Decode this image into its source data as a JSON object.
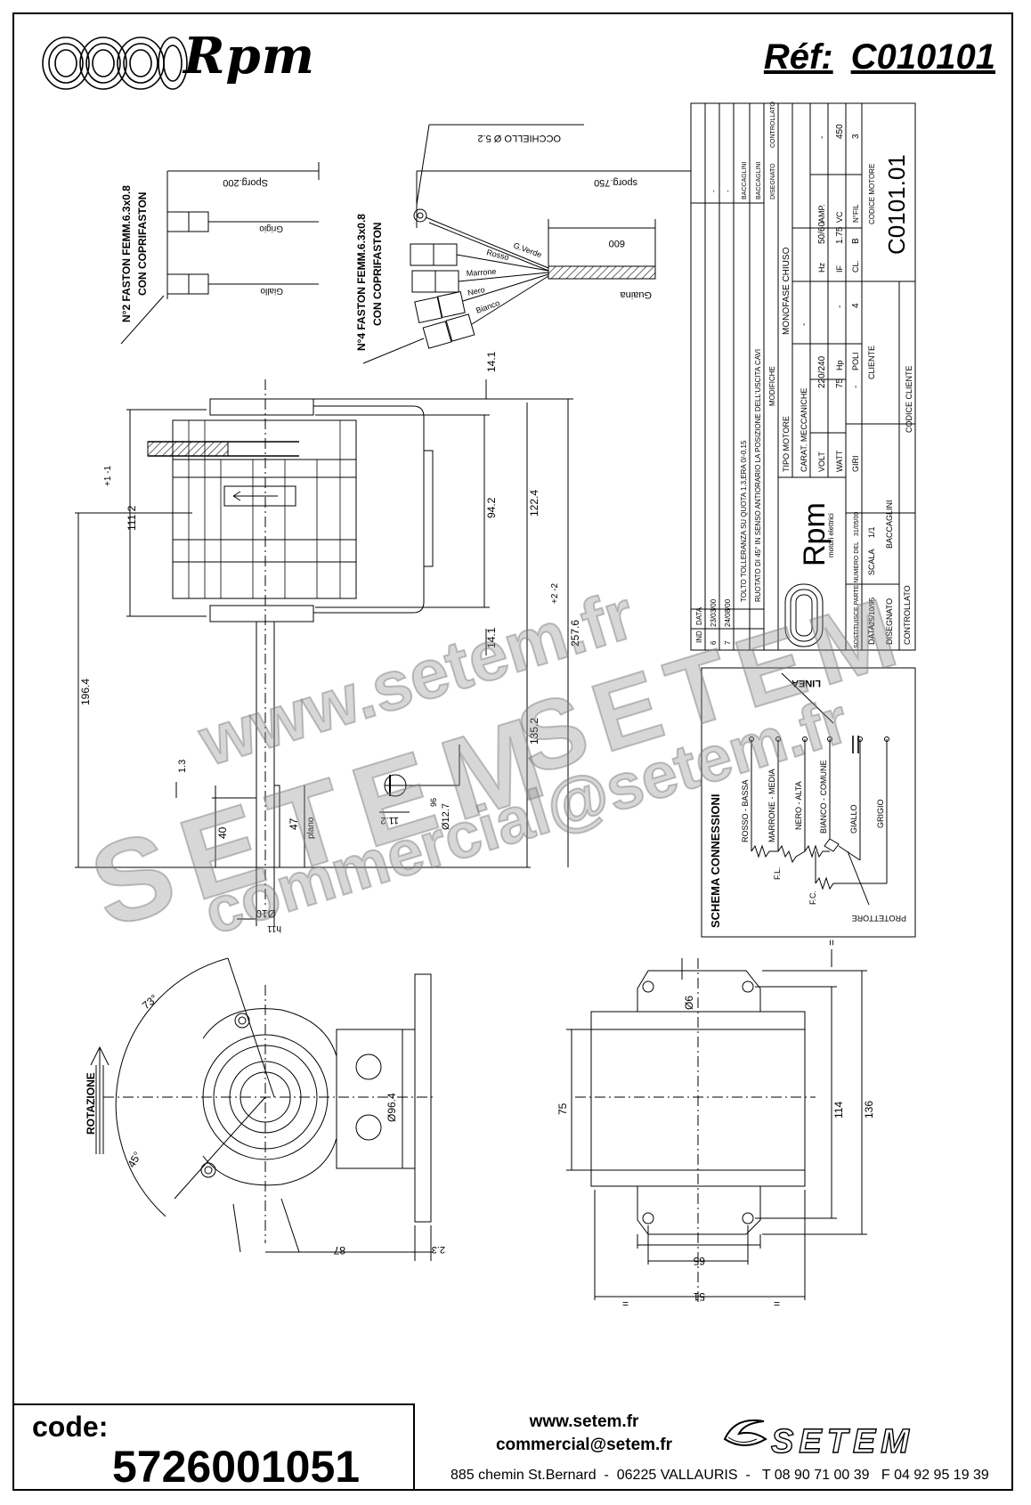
{
  "header": {
    "brand": "Rpm",
    "ref_label": "Réf:",
    "ref_value": "C010101"
  },
  "code": {
    "label": "code:",
    "value": "5726001051"
  },
  "footer": {
    "website": "www.setem.fr",
    "email": "commercial@setem.fr",
    "address": "885 chemin St.Bernard  -  06225 VALLAURIS  -   T 08 90 71 00 39   F 04 92 95 19 39",
    "brand": "SETEM"
  },
  "watermark": {
    "line1": "www.setem.fr",
    "line2": "SETEM",
    "line3": "SETEM",
    "line4": "commercial@setem.fr"
  },
  "wiring_top": {
    "faston2": "N°2 FASTON FEMM.6.3x0.8",
    "faston2_sub": "CON COPRIFASTON",
    "faston4": "N°4 FASTON FEMM.6.3x0.8",
    "faston4_sub": "CON COPRIFASTON",
    "sporg200": "Sporg.200",
    "sporg750": "sporg.750",
    "occhiello": "OCCHIELLO Ø 5.2",
    "grigio": "Grigio",
    "giallo": "Giallo",
    "gverde": "G.Verde",
    "rosso": "Rosso",
    "marrone": "Marrone",
    "nero": "Nero",
    "bianco": "Bianco",
    "guaina": "Guaina",
    "len600": "600"
  },
  "side_view": {
    "d141_top": "14.1",
    "d141_bot": "14.1",
    "d1112": "111.2",
    "tol1112": "+1 -1",
    "d942": "94.2",
    "d1224": "122.4",
    "d2576": "257.6",
    "tol2576": "+2 -2",
    "d1964": "196.4",
    "d1352": "135.2",
    "d13": "1.3",
    "d40": "40",
    "d47": "47",
    "piano": "plano",
    "d10": "Ø10",
    "h11": "h11",
    "d112": "11.2",
    "d127": "Ø12.7",
    "d96": "96"
  },
  "front_view": {
    "rotazione": "ROTAZIONE",
    "a73": "73°",
    "a45": "45°",
    "d964": "Ø96.4",
    "d87": "87",
    "d23": "2.3"
  },
  "bottom_view": {
    "d6": "Ø6",
    "d75": "75",
    "d114": "114",
    "d136": "136",
    "d65": "65",
    "d51": "51",
    "eq": "="
  },
  "schema": {
    "title": "SCHEMA CONNESSIONI",
    "linea": "LINEA",
    "rosso": "ROSSO - BASSA",
    "marrone": "MARRONE - MEDIA",
    "nero": "NERO - ALTA",
    "bianco": "BIANCO - COMUNE",
    "giallo": "GIALLO",
    "grigio": "GRIGIO",
    "fl": "F.L.",
    "fc": "F.C.",
    "protettore": "PROTETTORE"
  },
  "title_block": {
    "rev7_ind": "7",
    "rev7_date": "24/08/00",
    "rev7_text": "TOLTO TOLLERANZA SU QUOTA 1.3,ERA 0/-0.15",
    "rev7_by": "BACCAGLINI",
    "rev6_ind": "6",
    "rev6_date": "23/03/00",
    "rev6_text": "RUOTATO DI 45° IN SENSO ANTIORARIO LA POSIZIONE DELL'USCITA CAVI",
    "rev6_by": "BACCAGLINI",
    "ind": "IND",
    "data": "DATA",
    "modifiche": "MODIFICHE",
    "disegnato_hdr": "DISEGNATO",
    "controllato_hdr": "CONTROLLATO",
    "brand": "Rpm",
    "brand_sub": "motori elettrici",
    "tipo_motore": "TIPO MOTORE",
    "tipo_value": "MONOFASE CHIUSO",
    "carat": "CARAT. MECCANICHE",
    "carat_value": "-",
    "volt": "VOLT",
    "volt_value": "220/240",
    "hz": "Hz",
    "hz_value": "50/60",
    "amp": "AMP.",
    "amp_value": "-",
    "watt": "WATT",
    "watt_value": "75",
    "hp": "Hp",
    "hp_value": "-",
    "if": "IF",
    "if_value": "1.75",
    "vc": "VC",
    "vc_value": "450",
    "giri": "GIRI",
    "giri_value": "-",
    "poli": "POLI",
    "poli_value": "4",
    "cl": "CL.",
    "cl_value": "B",
    "nfil": "N°FIL",
    "nfil_value": "3",
    "cliente": "CLIENTE",
    "codice_motore": "CODICE MOTORE",
    "codice_motore_value": "C0101.01",
    "codice_cliente": "CODICE CLIENTE",
    "sostituisce": "SOSTITUISCE PARTE NUMERO DEL",
    "sost_date": "31/05/00",
    "scala": "SCALA",
    "scala_value": "1/1",
    "data_lbl": "DATA",
    "data_value": "25/10/95",
    "disegnato": "DISEGNATO",
    "disegnato_value": "BACCAGLINI",
    "controllato": "CONTROLLATO",
    "dash": "-"
  }
}
